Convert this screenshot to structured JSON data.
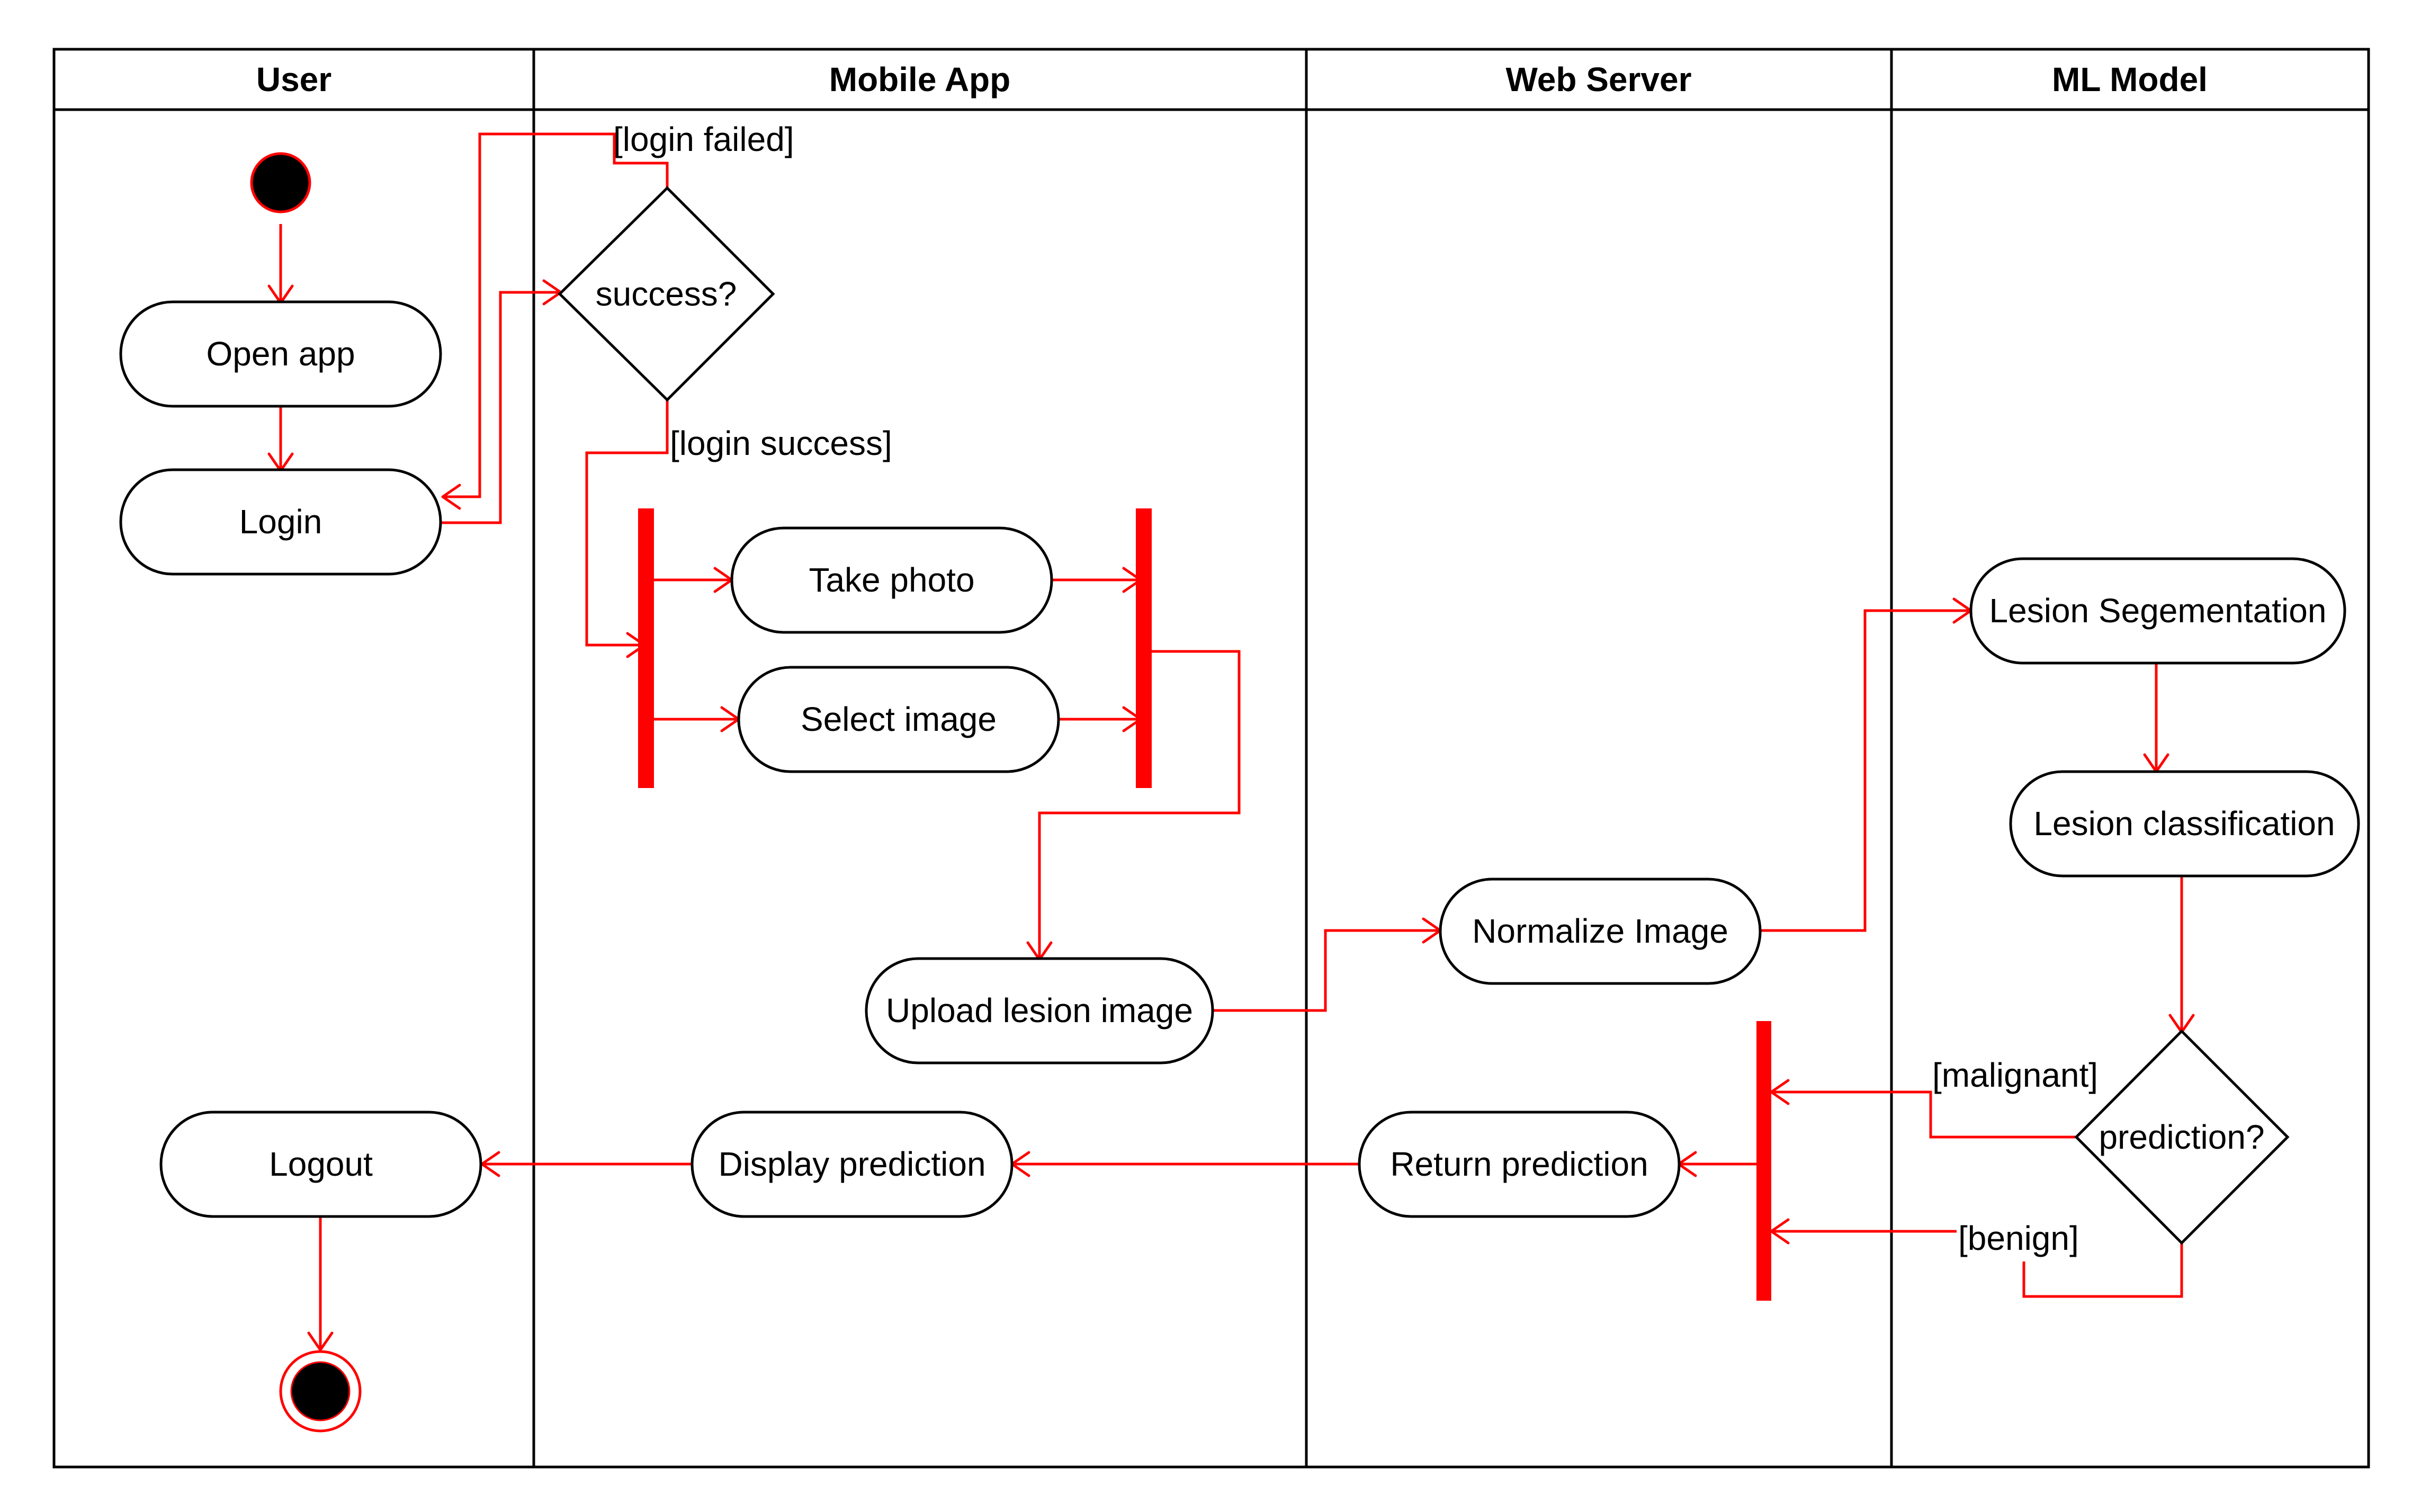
{
  "lanes": [
    "User",
    "Mobile App",
    "Web Server",
    "ML Model"
  ],
  "nodes": {
    "open_app": "Open app",
    "login": "Login",
    "success_decision": "success?",
    "take_photo": "Take photo",
    "select_image": "Select image",
    "upload": "Upload lesion image",
    "normalize": "Normalize Image",
    "segmentation": "Lesion Segementation",
    "classification": "Lesion classification",
    "prediction_decision": "prediction?",
    "return_prediction": "Return prediction",
    "display_prediction": "Display prediction",
    "logout": "Logout"
  },
  "guards": {
    "login_failed": "[login failed]",
    "login_success": "[login success]",
    "malignant": "[malignant]",
    "benign": "[benign]"
  },
  "colors": {
    "flow": "#ff0000",
    "outline": "#000000"
  }
}
